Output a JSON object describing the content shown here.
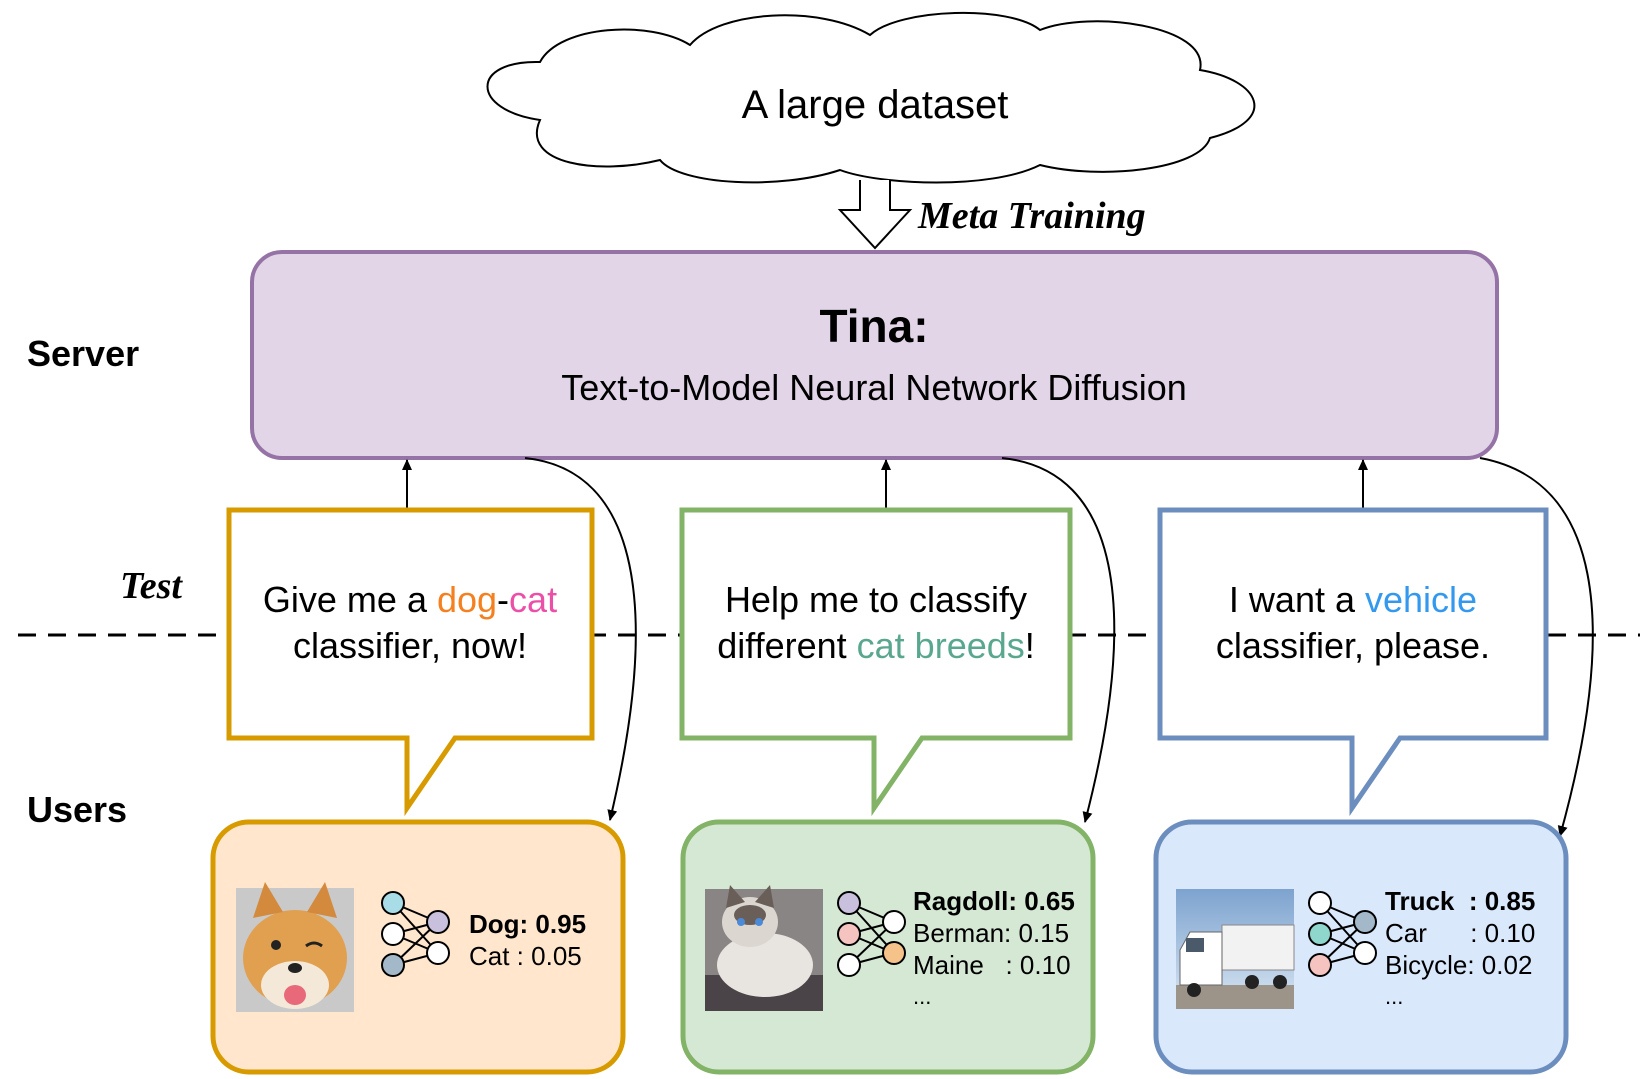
{
  "cloud": {
    "label": "A large dataset"
  },
  "meta_training": "Meta Training",
  "server": {
    "row_label": "Server",
    "title": "Tina:",
    "subtitle": "Text-to-Model Neural Network Diffusion"
  },
  "test_label": "Test",
  "users_label": "Users",
  "requests": [
    {
      "line1": [
        {
          "text": "Give me a ",
          "color": "#000000"
        },
        {
          "text": "dog",
          "color": "#f5801f"
        },
        {
          "text": "-",
          "color": "#000000"
        },
        {
          "text": "cat",
          "color": "#ec4fa8"
        }
      ],
      "line2": [
        {
          "text": "classifier, now!",
          "color": "#000000"
        }
      ]
    },
    {
      "line1": [
        {
          "text": "Help me to classify",
          "color": "#000000"
        }
      ],
      "line2": [
        {
          "text": "different ",
          "color": "#000000"
        },
        {
          "text": "cat breeds",
          "color": "#5aa78f"
        },
        {
          "text": "!",
          "color": "#000000"
        }
      ]
    },
    {
      "line1": [
        {
          "text": "I want a ",
          "color": "#000000"
        },
        {
          "text": "vehicle",
          "color": "#3399ee"
        }
      ],
      "line2": [
        {
          "text": "classifier, please.",
          "color": "#000000"
        }
      ]
    }
  ],
  "results": [
    {
      "image": "dog-photo",
      "predictions": [
        "Dog: 0.95",
        "Cat : 0.05"
      ]
    },
    {
      "image": "cat-photo",
      "predictions": [
        "Ragdoll: 0.65",
        "Berman: 0.15",
        "Maine   : 0.10",
        "..."
      ]
    },
    {
      "image": "truck-photo",
      "predictions": [
        "Truck  : 0.85",
        "Car      : 0.10",
        "Bicycle: 0.02",
        "..."
      ]
    }
  ],
  "colors": {
    "server_fill": "#e1d5e7",
    "server_stroke": "#9673a6",
    "dog_stroke": "#d79b00",
    "dog_fill": "#ffe6cc",
    "cat_stroke": "#82b366",
    "cat_fill": "#d5e8d4",
    "vehicle_stroke": "#6c8ebf",
    "vehicle_fill": "#dae8fc"
  }
}
